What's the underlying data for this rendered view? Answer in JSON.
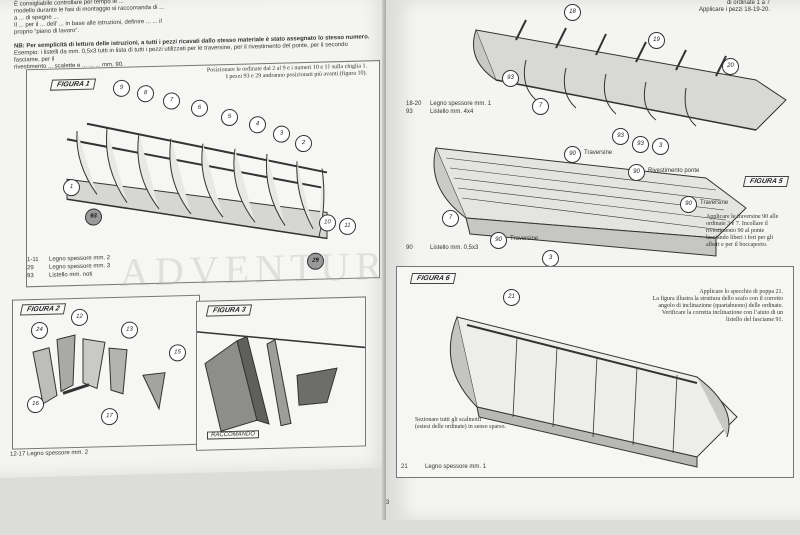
{
  "left_page": {
    "intro_text": [
      "È consigliabile controllare per tempo le ...",
      "modello durante le fasi di montaggio si raccomanda di ...",
      "a ... di spegne ...",
      "Il ... per il ... dell’ ... in base alle istruzioni, definire ... ... il",
      "proprio “piano di lavoro”."
    ],
    "nb_note": [
      "NB: Per semplicità di lettura delle istruzioni, a tutti i pezzi ricavati dallo stesso materiale è stato assegnato lo stesso numero.",
      "Esempio: i listelli da mm. 0,5x3 tutti in lista di tutti i pezzi utilizzati per le traversine, per il rivestimento del ponte, per il secondo fasciame, per il",
      "rivestimento ... scalette e ... ... ... mm. 90."
    ],
    "fig1": {
      "label": "FIGURA 1",
      "caption": [
        "Posizionare le ordinate dal 2 al 9 e i numeri 10 e 11 sulla chiglia 1.",
        "I pezzi 93 e 29 andranno posizionati più avanti (figura 10)."
      ],
      "callouts": [
        "9",
        "8",
        "7",
        "6",
        "5",
        "4",
        "3",
        "2",
        "1",
        "10",
        "11",
        "93",
        "29"
      ],
      "legend": [
        {
          "code": "1-11",
          "text": "Legno spessore mm. 2"
        },
        {
          "code": "29",
          "text": "Legno spessore mm. 3"
        },
        {
          "code": "93",
          "text": "Listello mm. noti"
        }
      ]
    },
    "fig2": {
      "label": "FIGURA 2",
      "callouts": [
        "24",
        "12",
        "13",
        "15",
        "16",
        "17"
      ]
    },
    "fig3": {
      "label": "FIGURA 3",
      "badge": "RACCOMANDO"
    },
    "watermark": "ADVENTURE",
    "footer": "12-17   Legno spessore mm. 2"
  },
  "right_page": {
    "top_note": [
      "di ordinate 1 a 7",
      "Applicare i pezzi 18-19-20."
    ],
    "fig4": {
      "callouts": [
        "18",
        "19",
        "20",
        "93",
        "7",
        "93",
        "93",
        "3"
      ],
      "legend": [
        {
          "code": "18-20",
          "text": "Legno spessore mm. 1"
        },
        {
          "code": "93",
          "text": "Listello mm. 4x4"
        }
      ]
    },
    "fig5": {
      "label": "FIGURA 5",
      "callouts": [
        "90",
        "90",
        "90",
        "7",
        "90",
        "3"
      ],
      "labels": [
        "Traversine",
        "Rivestimento ponte",
        "Traversine",
        "Traversine"
      ],
      "note": [
        "Applicare le traversine 90 alle",
        "ordinate 3 e 7. Incollare il",
        "rivestimento 90 al ponte",
        "lasciando liberi i fori per gli",
        "alberi e per il boccaporto."
      ],
      "legend": [
        {
          "code": "90",
          "text": "Listello mm. 0,5x3"
        }
      ]
    },
    "fig6": {
      "label": "FIGURA 6",
      "callouts": [
        "21"
      ],
      "note": [
        "Applicare lo specchio di poppa 21.",
        "La figura illustra la struttura dello scafo con il corretto",
        "angolo di inclinazione (quartabuono) delle ordinate.",
        "Verificare la corretta inclinazione con l’aiuto di un",
        "listello del fasciame 91."
      ],
      "note2": [
        "Sezionare tutti gli scalmotti",
        "(estesi delle ordinate) in senso sparso."
      ],
      "legend": [
        {
          "code": "21",
          "text": "Legno spessore mm. 1"
        }
      ]
    },
    "page_number": "3"
  }
}
